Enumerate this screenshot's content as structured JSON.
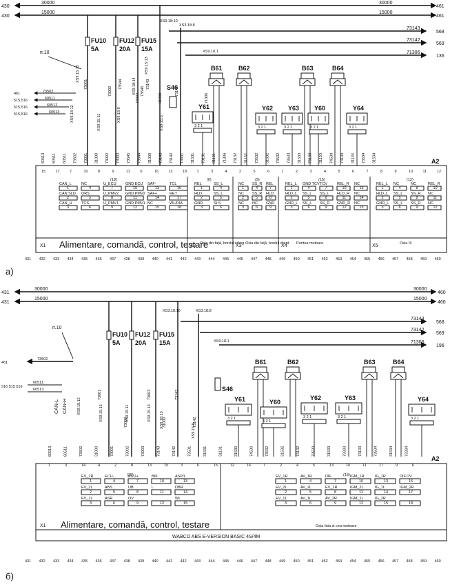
{
  "diagram_a": {
    "caption": "а)",
    "top_wires": [
      {
        "left": "430",
        "code": "30000",
        "right": "461"
      },
      {
        "left": "430",
        "code": "15000",
        "right": "461"
      }
    ],
    "right_wires": [
      {
        "code": "73143",
        "right": "568"
      },
      {
        "code": "73142",
        "right": "569"
      },
      {
        "code": "71306",
        "right": "136"
      }
    ],
    "fuses": [
      {
        "name": "FU10",
        "rating": "5A"
      },
      {
        "name": "FU12",
        "rating": "20A"
      },
      {
        "name": "FU15",
        "rating": "15A"
      }
    ],
    "connectors_top": [
      "XS9.18:10",
      "XS3.18:8"
    ],
    "xs_labels": [
      "XS9.18.1",
      "XS9.15:15",
      "XS9.18:9",
      "XS9.15:13",
      "XS9.18:14",
      "XS9.15:5",
      "XS9.18:12",
      "XS9.15.11"
    ],
    "left_inputs": [
      {
        "pin": "461",
        "code": "73502"
      },
      {
        "pin": "515,516",
        "code": "60511"
      },
      {
        "pin": "515,516",
        "code": "60512"
      },
      {
        "pin": "515,516",
        "code": "60513"
      }
    ],
    "ref": "п.10",
    "vertical_codes": [
      "73001",
      "73002",
      "73003",
      "73544",
      "73545",
      "31000",
      "73143",
      "73142",
      "71306"
    ],
    "s46": "S46",
    "valves": [
      "Y61",
      "Y62",
      "Y63",
      "Y60",
      "Y64"
    ],
    "sensors": [
      "B61",
      "B62",
      "B63",
      "B64"
    ],
    "block_id": "A2",
    "bottom_codes": [
      "60513",
      "60511",
      "60511",
      "73502",
      "73001",
      "31000",
      "73002",
      "73003",
      "73545",
      "73544",
      "31000",
      "73143",
      "73142",
      "73531",
      "31531",
      "73131",
      "31131",
      "71306",
      "73132",
      "31132",
      "73532",
      "31532",
      "73532",
      "73533",
      "31533",
      "73133",
      "31133",
      "74530",
      "73134",
      "31134",
      "73534",
      "31534"
    ],
    "pin_numbers": [
      "15",
      "17",
      "7",
      "10",
      "8",
      "9",
      "11",
      "6",
      "16",
      "12",
      "18",
      "1",
      "3",
      "4",
      "2",
      "5",
      "6",
      "1",
      "2",
      "3",
      "4",
      "5",
      "6",
      "7",
      "8",
      "9",
      "10",
      "11",
      "12"
    ],
    "section1": {
      "id": "X1",
      "title": "Alimentare, comandă, control, testare",
      "num": "(18)",
      "rows": [
        [
          "CAN_L",
          "NC",
          "U_ECU",
          "GND ECU",
          "SAF-",
          "TCL"
        ],
        [
          "CAN SLD",
          "ORS",
          "U_PMV2",
          "GND PMV2",
          "SAF+",
          "RET"
        ],
        [
          "CAN_H",
          "TCS",
          "U_PMV1",
          "GND PMV1",
          "NC",
          "WL/DIA"
        ]
      ],
      "pins": [
        [
          "1",
          "4",
          "7",
          "10",
          "13",
          "16"
        ],
        [
          "2",
          "5",
          "8",
          "11",
          "14",
          "17"
        ],
        [
          "3",
          "6",
          "9",
          "12",
          "15",
          "18"
        ]
      ]
    },
    "section2": {
      "id": "X2",
      "title": "Osia din față, bordul stâng",
      "num": "(6)",
      "rows": [
        [
          "REL",
          "SS_L"
        ],
        [
          "HLD",
          "SS_L"
        ],
        [
          "GND",
          "SLS"
        ]
      ],
      "pins": [
        [
          "1",
          "4"
        ],
        [
          "2",
          "5"
        ],
        [
          "3",
          "6"
        ]
      ]
    },
    "section3": {
      "id": "X3",
      "title": "Osia din față, bordul drept",
      "num": "(9)",
      "rows": [
        [
          "NC",
          "SS_R",
          "REL"
        ],
        [
          "NC",
          "SS_R",
          "HLD"
        ],
        [
          "NC",
          "NC",
          "GND"
        ]
      ],
      "pins": [
        [
          "1",
          "4",
          "7"
        ],
        [
          "2",
          "5",
          "8"
        ],
        [
          "3",
          "6",
          "9"
        ]
      ]
    },
    "section4": {
      "id": "X4",
      "title": "Puntea motoare",
      "num": "(15)",
      "rows": [
        [
          "REL_L",
          "GND TCV",
          "TCV",
          "REL_R",
          "NC"
        ],
        [
          "HLD_L",
          "SS_L",
          "SS_L",
          "HLD_R",
          "NC"
        ],
        [
          "GND_L",
          "SS_L",
          "SS_R",
          "GND_R",
          "NC"
        ]
      ],
      "pins": [
        [
          "1",
          "4",
          "7",
          "10",
          "13"
        ],
        [
          "2",
          "5",
          "8",
          "11",
          "14"
        ],
        [
          "3",
          "6",
          "9",
          "12",
          "15"
        ]
      ]
    },
    "section5": {
      "id": "X5",
      "title": "Osia III",
      "num": "(12)",
      "rows": [
        [
          "REL_L",
          "NC",
          "NC",
          "REL_R"
        ],
        [
          "HLD_L",
          "SS_L",
          "SS_R",
          "NC"
        ],
        [
          "GND_L",
          "SS_L",
          "SS_R",
          "NC"
        ]
      ],
      "pins": [
        [
          "1",
          "4",
          "8",
          "10"
        ],
        [
          "2",
          "5",
          "8",
          "11"
        ],
        [
          "3",
          "6",
          "9",
          "12"
        ]
      ]
    },
    "bottom_axis": [
      "431",
      "432",
      "433",
      "434",
      "435",
      "436",
      "437",
      "438",
      "439",
      "440",
      "441",
      "442",
      "443",
      "444",
      "445",
      "446",
      "447",
      "448",
      "449",
      "450",
      "451",
      "452",
      "453",
      "454",
      "455",
      "456",
      "457",
      "458",
      "459",
      "460"
    ]
  },
  "diagram_b": {
    "caption": "б)",
    "top_wires": [
      {
        "left": "431",
        "code": "30000",
        "right": "460"
      },
      {
        "left": "431",
        "code": "15000",
        "right": "460"
      }
    ],
    "right_wires": [
      {
        "code": "73143",
        "right": "568"
      },
      {
        "code": "73142",
        "right": "569"
      },
      {
        "code": "71306",
        "right": "196"
      }
    ],
    "fuses": [
      {
        "name": "FU10",
        "rating": "5A"
      },
      {
        "name": "FU12",
        "rating": "20A"
      },
      {
        "name": "FU15",
        "rating": "15A"
      }
    ],
    "connectors_top": [
      "XS3.18:10",
      "XS3.18:8"
    ],
    "xs_labels": [
      "XS9.18.1",
      "XS9.18.12",
      "XS9.15.15",
      "XS9.15.11",
      "XS9.15.13",
      "XS9.18:13",
      "XS9.15.8"
    ],
    "left_inputs": [
      {
        "pin": "461",
        "code": "73502"
      },
      {
        "pin": "516 515 516",
        "code": "60511"
      },
      {
        "pin": "",
        "code": "60513"
      }
    ],
    "can_labels": [
      "CAN-L",
      "CAN-H"
    ],
    "ref": "п.10",
    "vertical_codes": [
      "73001",
      "73002",
      "73003",
      "31000",
      "73143",
      "73142"
    ],
    "s46": "S46",
    "valves": [
      "Y61",
      "Y60",
      "Y62",
      "Y63",
      "Y64"
    ],
    "sensors": [
      "B61",
      "B62",
      "B63",
      "B64"
    ],
    "block_id": "A2",
    "bottom_codes": [
      "60513",
      "60511",
      "73502",
      "31000",
      "73001",
      "73002",
      "73003",
      "73143",
      "73142",
      "73531",
      "31531",
      "31131",
      "31530",
      "74530",
      "73532",
      "31532",
      "73132",
      "73533",
      "31533",
      "73333",
      "73133",
      "73534",
      "31534",
      "73334"
    ],
    "pin_numbers": [
      "1",
      "3",
      "14",
      "4",
      "2",
      "8",
      "13",
      "15",
      "3",
      "6",
      "15",
      "12",
      "16",
      "7",
      "2",
      "4",
      "5",
      "13",
      "10",
      "11",
      "17",
      "9",
      "6"
    ],
    "section1": {
      "id": "X1",
      "title": "Alimentare, comandă, control, testare",
      "num": "(15)",
      "rows": [
        [
          "EV_1R",
          "ECU-",
          "ECU+",
          "BIK",
          "ASP/L"
        ],
        [
          "EV_2L",
          "ABS",
          "UB",
          "L",
          "DBR"
        ],
        [
          "EV_1L",
          "ASR",
          "OV",
          "",
          "WL"
        ]
      ],
      "pins": [
        [
          "1",
          "4",
          "7",
          "10",
          "13"
        ],
        [
          "2",
          "5",
          "8",
          "11",
          "14"
        ],
        [
          "3",
          "6",
          "9",
          "12",
          "15"
        ]
      ]
    },
    "section2": {
      "title": "Osia fata si cea motoare",
      "num": "(18)",
      "rows": [
        [
          "EV_1R",
          "AV_1R",
          "DIF.",
          "IGM_1R",
          "IG_1R",
          "DIF.OV"
        ],
        [
          "EV_2L",
          "AV_2L",
          "EV_2R",
          "IGM_2L",
          "IG_1L",
          "IGM_2R"
        ],
        [
          "EV_1L",
          "AV_1L",
          "AV_2R",
          "IGM_1L",
          "IG_2R",
          ""
        ]
      ],
      "pins": [
        [
          "1",
          "4",
          "7",
          "10",
          "13",
          "16"
        ],
        [
          "2",
          "5",
          "8",
          "11",
          "14",
          "17"
        ],
        [
          "3",
          "6",
          "9",
          "12",
          "15",
          "18"
        ]
      ]
    },
    "footer": "WABCO ABS E-VERSION BASIC 4S/4M",
    "bottom_axis": [
      "431",
      "432",
      "433",
      "434",
      "435",
      "436",
      "437",
      "438",
      "439",
      "440",
      "441",
      "442",
      "443",
      "444",
      "445",
      "446",
      "447",
      "448",
      "449",
      "450",
      "451",
      "452",
      "453",
      "454",
      "455",
      "456",
      "457",
      "458",
      "459",
      "460"
    ]
  }
}
